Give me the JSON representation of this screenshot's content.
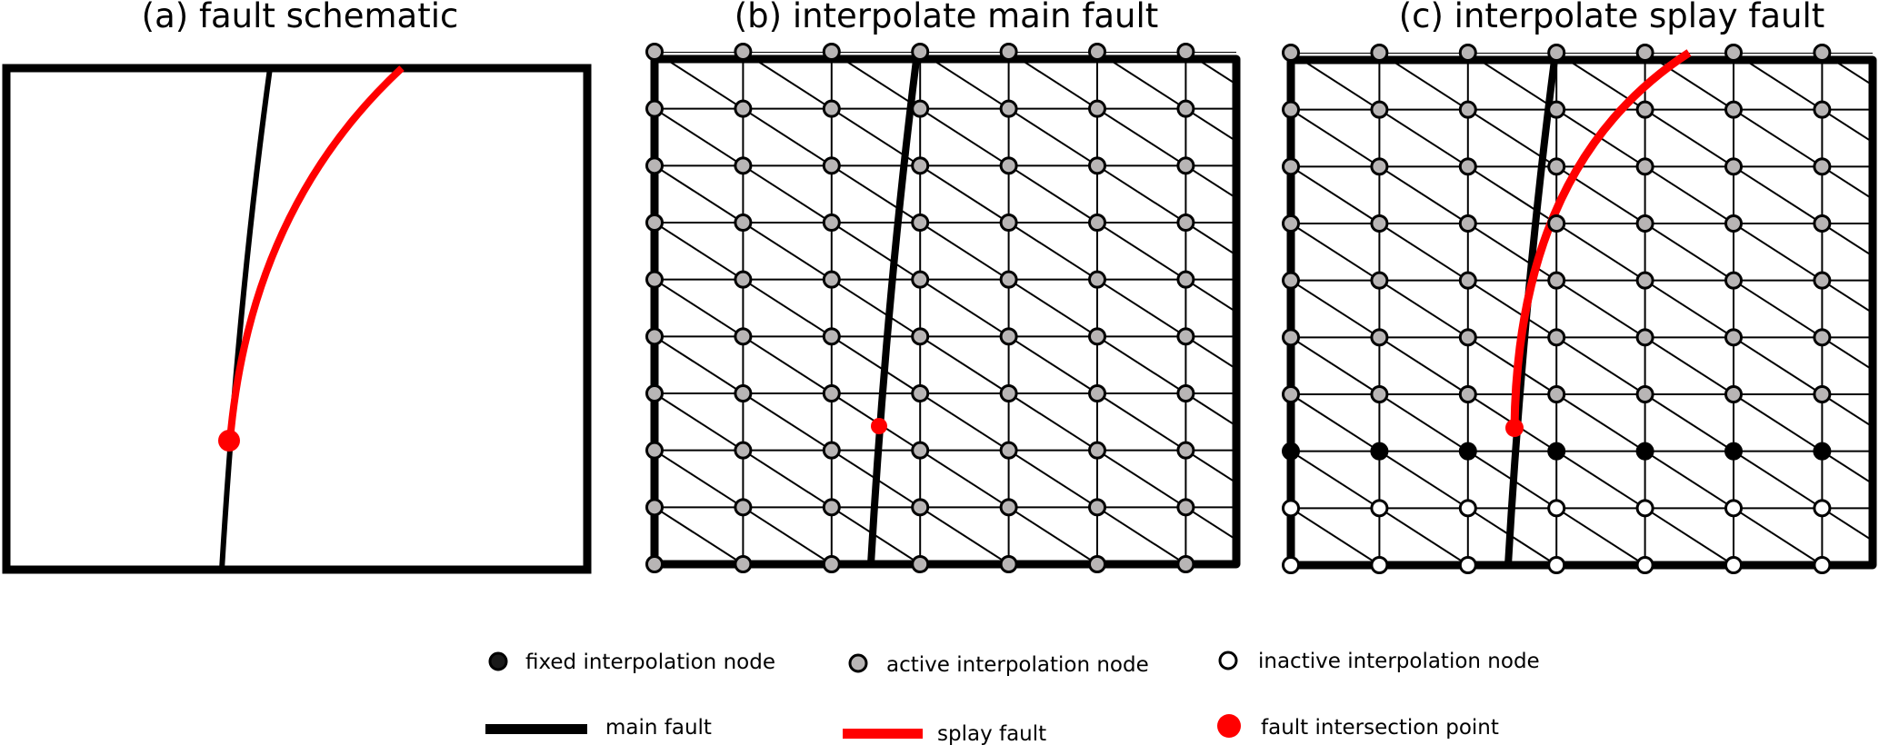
{
  "panels": [
    {
      "title": "(a) fault schematic"
    },
    {
      "title": "(b) interpolate main fault",
      "columns": 7,
      "rows": 10,
      "row_states": [
        "active",
        "active",
        "active",
        "active",
        "active",
        "active",
        "active",
        "active",
        "active",
        "active"
      ]
    },
    {
      "title": "(c) interpolate splay fault",
      "columns": 7,
      "rows": 10,
      "row_states": [
        "active",
        "active",
        "active",
        "active",
        "active",
        "active",
        "active",
        "fixed",
        "inactive",
        "inactive"
      ]
    }
  ],
  "legend": {
    "fixed": "fixed interpolation node",
    "active": "active interpolation node",
    "inactive": "inactive interpolation node",
    "main_fault": "main fault",
    "splay_fault": "splay fault",
    "intersection": "fault intersection point"
  },
  "colors": {
    "fixed": "#000000",
    "active": "#b8b5b5",
    "inactive": "#ffffff",
    "main_fault": "#000000",
    "splay_fault": "#ff0000",
    "intersection": "#ff0000"
  }
}
